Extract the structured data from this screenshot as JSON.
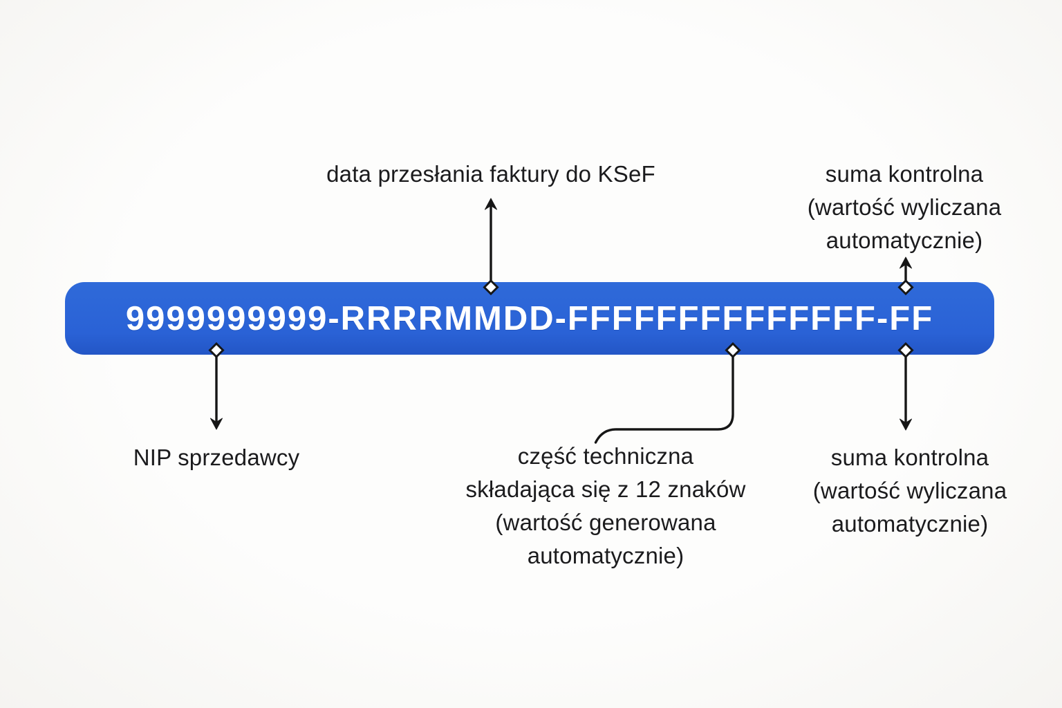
{
  "bar": {
    "value": "9999999999-RRRRMMDD-FFFFFFFFFFFFFF-FF"
  },
  "labels": {
    "date": {
      "line1": "data przesłania faktury do KSeF"
    },
    "checksum_top": {
      "line1": "suma kontrolna",
      "line2": "(wartość wyliczana",
      "line3": "automatycznie)"
    },
    "nip": {
      "line1": "NIP sprzedawcy"
    },
    "technical": {
      "line1": "część techniczna",
      "line2": "składająca się z 12 znaków",
      "line3": "(wartość generowana",
      "line4": "automatycznie)"
    },
    "checksum_bottom": {
      "line1": "suma kontrolna",
      "line2": "(wartość wyliczana",
      "line3": "automatycznie)"
    }
  },
  "colors": {
    "bar": "#2a62d6",
    "bar_text": "#ffffff",
    "label_text": "#1b1b1d",
    "line": "#161616",
    "background": "#fcfcfa"
  }
}
